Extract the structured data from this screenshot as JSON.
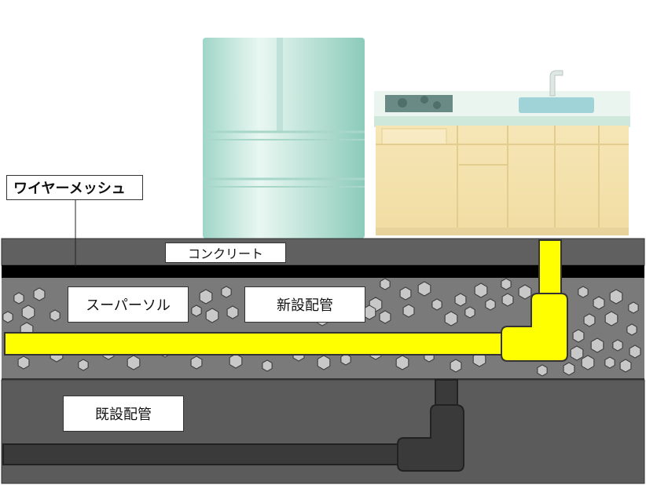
{
  "labels": {
    "wire_mesh": "ワイヤーメッシュ",
    "concrete": "コンクリート",
    "super_sol": "スーパーソル",
    "new_pipe": "新設配管",
    "existing_pipe": "既設配管"
  },
  "colors": {
    "concrete": "#5f5f5f",
    "aggregate_layer": "#7a7a7a",
    "hexagon_fill": "#c8c8c8",
    "wire_mesh": "#000000",
    "new_pipe": "#ffff00",
    "existing_pipe": "#3a3a3a",
    "subgrade": "#5a5a5a",
    "fridge": "#bfe3d9",
    "cabinet": "#f4e3b0",
    "countertop": "#dff0e8"
  }
}
